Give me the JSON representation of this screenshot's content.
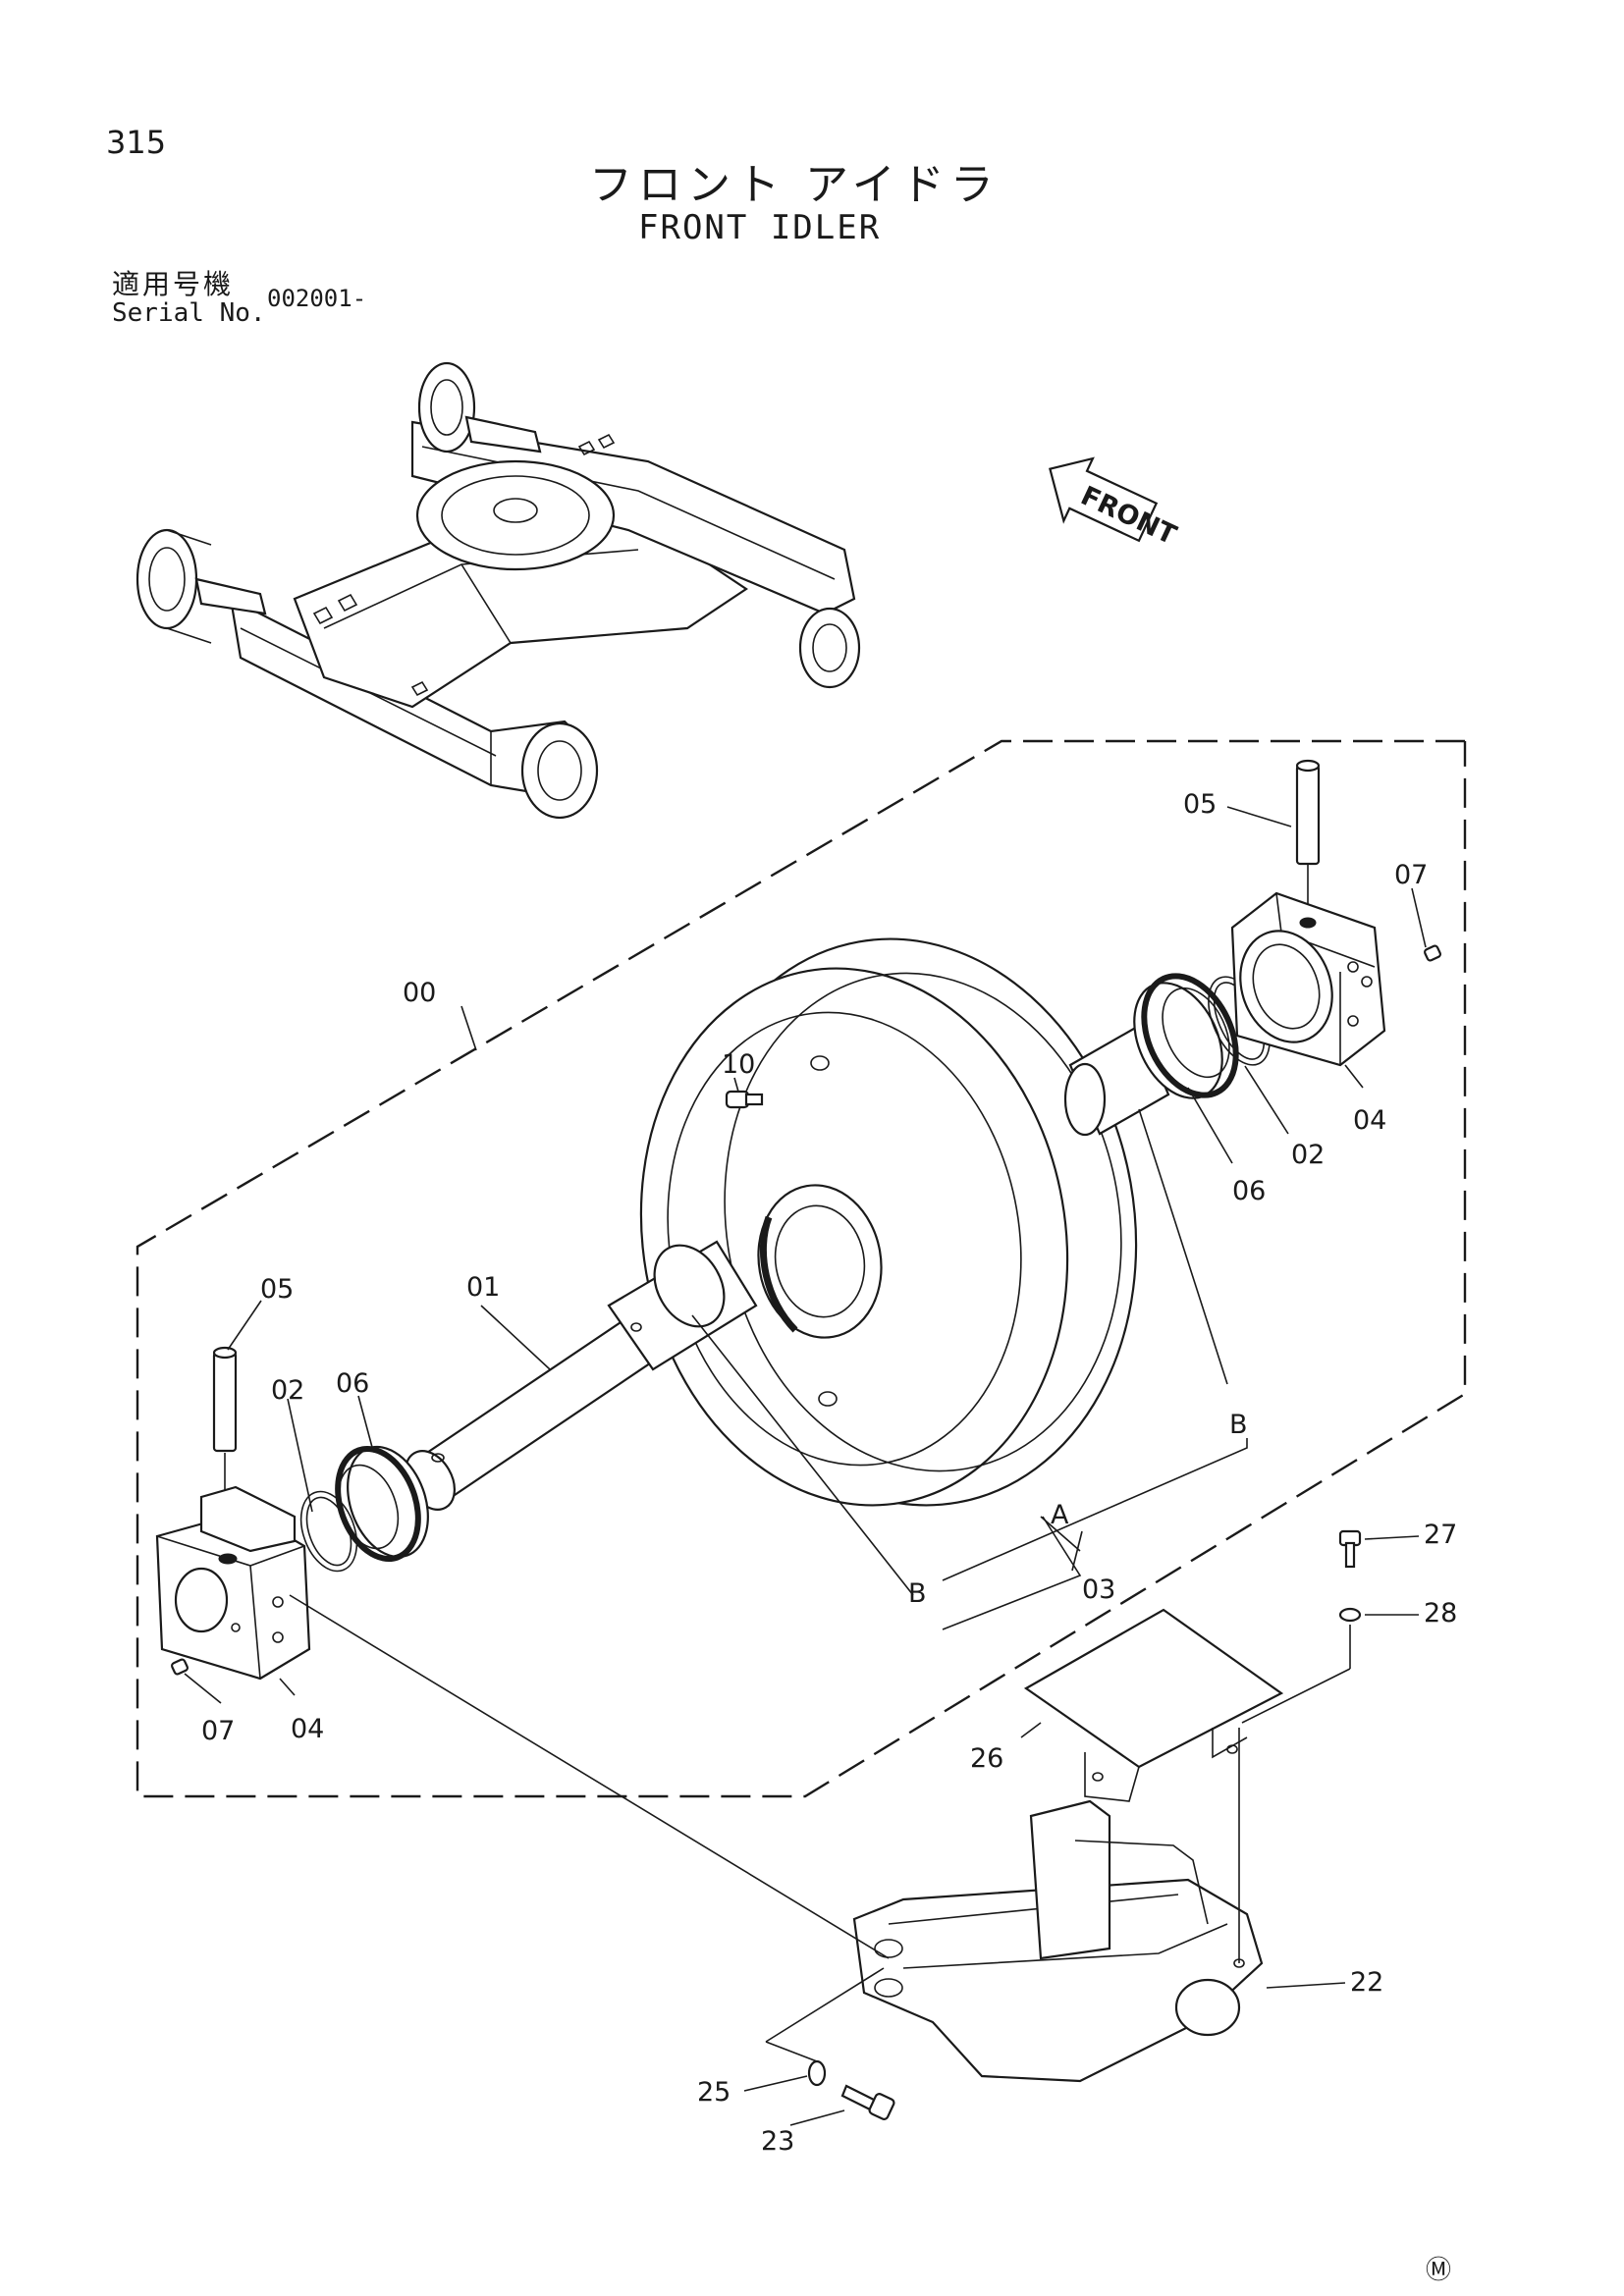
{
  "header": {
    "page_number": "315",
    "title_jp": "フロント アイドラ",
    "title_en": "FRONT IDLER",
    "serial_label_jp": "適用号機",
    "serial_label_en": "Serial No.",
    "serial_value": "002001-"
  },
  "direction_arrow": {
    "label": "FRONT"
  },
  "callouts": {
    "p00": "00",
    "p01": "01",
    "p02a": "02",
    "p02b": "02",
    "p03": "03",
    "p04a": "04",
    "p04b": "04",
    "p05a": "05",
    "p05b": "05",
    "p06a": "06",
    "p06b": "06",
    "p07a": "07",
    "p07b": "07",
    "p10": "10",
    "p22": "22",
    "p23": "23",
    "p25": "25",
    "p26": "26",
    "p27": "27",
    "p28": "28",
    "refA": "A",
    "refB1": "B",
    "refB2": "B"
  },
  "footer_mark": "Ⓜ"
}
